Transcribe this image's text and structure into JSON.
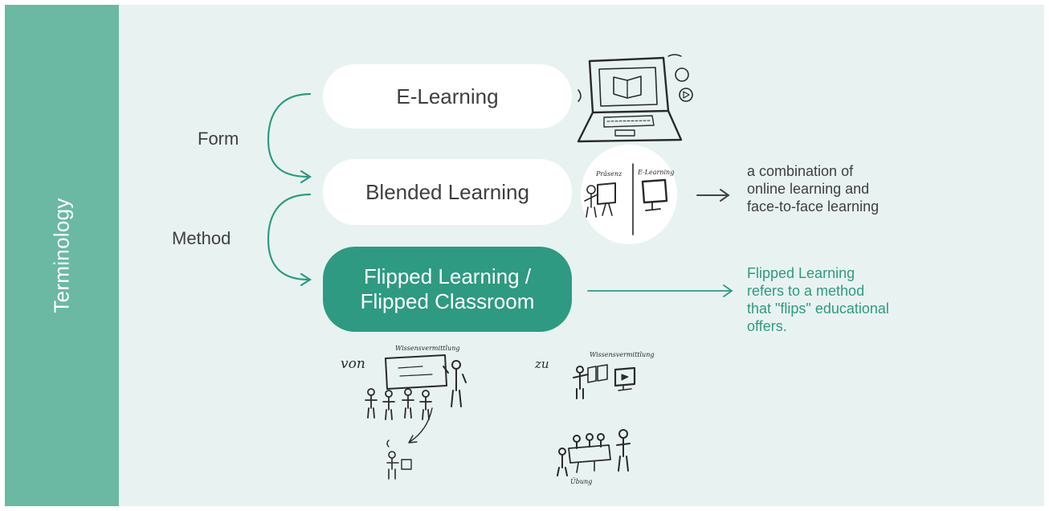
{
  "sidebar": {
    "title": "Terminology"
  },
  "connectors": {
    "form_label": "Form",
    "method_label": "Method"
  },
  "terms": {
    "elearning": "E-Learning",
    "blended": "Blended Learning",
    "flipped_line1": "Flipped Learning /",
    "flipped_line2": "Flipped Classroom"
  },
  "descriptions": {
    "blended_line1": "a combination of",
    "blended_line2": "online learning and",
    "blended_line3": "face-to-face learning",
    "flipped_title": "Flipped Learning",
    "flipped_line1": "refers to a method",
    "flipped_line2": "that \"flips\" educational",
    "flipped_line3": "offers."
  },
  "sketch_labels": {
    "blended_left": "Präsenz",
    "blended_right": "E-Learning",
    "from": "von",
    "to": "zu",
    "knowledge_left": "Wissensvermittlung",
    "knowledge_right": "Wissensvermittlung",
    "practice": "Übung"
  },
  "colors": {
    "sidebar": "#6bb9a3",
    "background": "#e8f3f1",
    "accent": "#2e9a81",
    "text": "#3f3f3f"
  }
}
